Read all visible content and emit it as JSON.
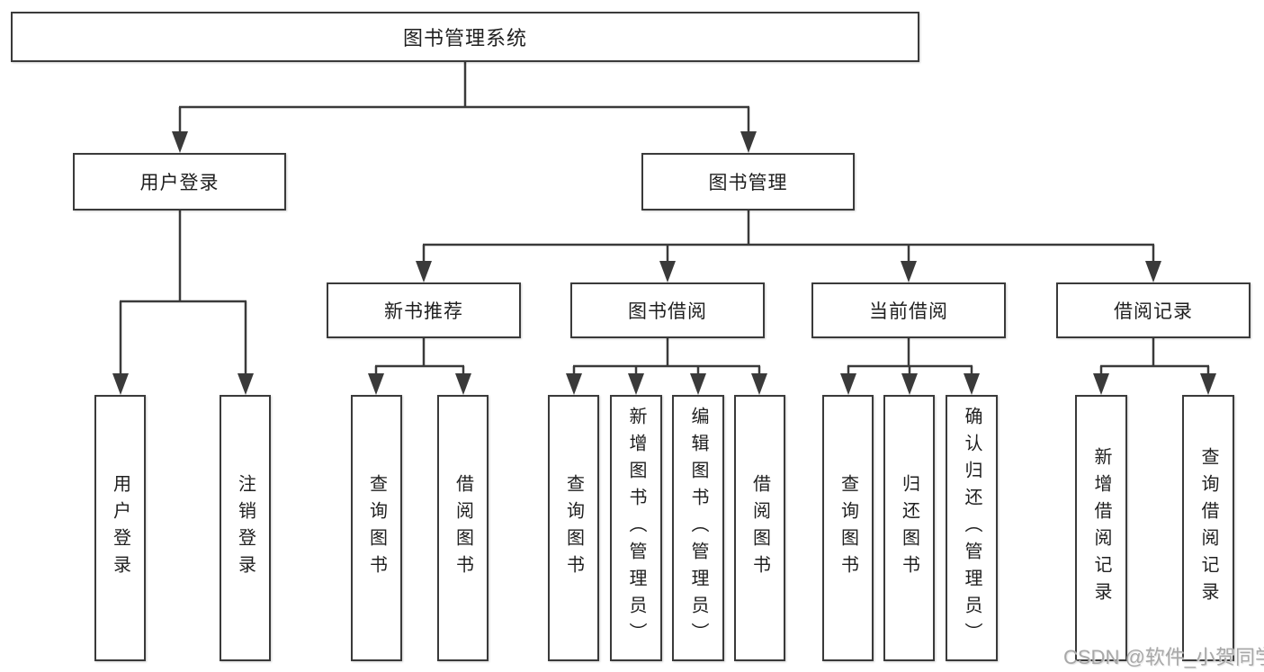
{
  "diagram": {
    "title": "图书管理系统",
    "type": "function-structure-tree"
  },
  "nodes": {
    "root": {
      "label": "图书管理系统"
    },
    "user_login": {
      "label": "用户登录"
    },
    "book_mgmt": {
      "label": "图书管理"
    },
    "new_book_rec": {
      "label": "新书推荐"
    },
    "book_borrow": {
      "label": "图书借阅"
    },
    "current_borrow": {
      "label": "当前借阅"
    },
    "borrow_record": {
      "label": "借阅记录"
    },
    "leaf_user_login": {
      "label": "用户登录"
    },
    "leaf_logout": {
      "label": "注销登录"
    },
    "leaf_nbr_query": {
      "label": "查询图书"
    },
    "leaf_nbr_borrow": {
      "label": "借阅图书"
    },
    "leaf_bb_query": {
      "label": "查询图书"
    },
    "leaf_bb_add": {
      "label": "新增图书（管理员）"
    },
    "leaf_bb_edit": {
      "label": "编辑图书（管理员）"
    },
    "leaf_bb_borrow": {
      "label": "借阅图书"
    },
    "leaf_cb_query": {
      "label": "查询图书"
    },
    "leaf_cb_return": {
      "label": "归还图书"
    },
    "leaf_cb_confirm": {
      "label": "确认归还（管理员）"
    },
    "leaf_br_add": {
      "label": "新增借阅记录"
    },
    "leaf_br_query": {
      "label": "查询借阅记录"
    }
  },
  "hierarchy": {
    "图书管理系统": {
      "用户登录": [
        "用户登录",
        "注销登录"
      ],
      "图书管理": {
        "新书推荐": [
          "查询图书",
          "借阅图书"
        ],
        "图书借阅": [
          "查询图书",
          "新增图书（管理员）",
          "编辑图书（管理员）",
          "借阅图书"
        ],
        "当前借阅": [
          "查询图书",
          "归还图书",
          "确认归还（管理员）"
        ],
        "借阅记录": [
          "新增借阅记录",
          "查询借阅记录"
        ]
      }
    }
  },
  "watermark": {
    "text": "CSDN @软件_小贺同学"
  },
  "colors": {
    "line": "#3a3a3a",
    "border": "#3a3a3a",
    "box_bg": "#ffffff",
    "text": "#1f1f1f",
    "watermark": "#a8a8a8",
    "background": "#ffffff"
  }
}
